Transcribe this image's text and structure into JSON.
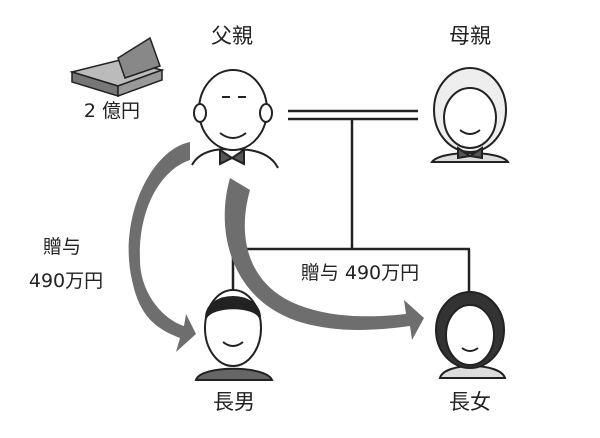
{
  "people": {
    "father": "父親",
    "mother": "母親",
    "son": "長男",
    "daughter": "長女"
  },
  "assets": {
    "amount": "2 億円",
    "icon": "money-stack-icon"
  },
  "gifts": {
    "to_son": {
      "line1": "贈与",
      "line2": "490万円"
    },
    "to_daughter": "贈与 490万円"
  },
  "colors": {
    "arrow": "#6e6e6e",
    "line": "#222222",
    "tie": "#555555"
  }
}
